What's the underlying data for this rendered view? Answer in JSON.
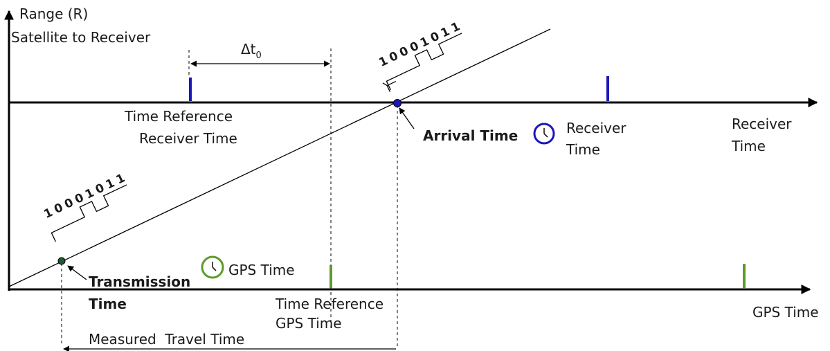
{
  "y_axis": {
    "line1": "Range (R)",
    "line2": "Satellite to Receiver"
  },
  "delta_t": {
    "symbol": "Δt",
    "subscript": "0"
  },
  "bit_pattern": [
    "1",
    "0",
    "0",
    "0",
    "1",
    "0",
    "1",
    "1"
  ],
  "receiver_axis": {
    "ref_line1": "Time Reference",
    "ref_line2": "Receiver Time",
    "arrival": "Arrival Time",
    "clock_label_line1": "Receiver",
    "clock_label_line2": "Time",
    "axis_label_line1": "Receiver",
    "axis_label_line2": "Time"
  },
  "gps_axis": {
    "transmission_line1": "Transmission",
    "transmission_line2": "Time",
    "clock_label": "GPS Time",
    "ref_line1": "Time Reference",
    "ref_line2": "GPS Time",
    "axis_label": "GPS Time"
  },
  "travel": "Measured  Travel Time",
  "colors": {
    "receiver": "#1a17b8",
    "gps": "#5f9a2c",
    "gps_dot": "#1e5a34",
    "line": "#000000"
  },
  "icons": [
    "receiver-clock-icon",
    "gps-clock-icon"
  ]
}
